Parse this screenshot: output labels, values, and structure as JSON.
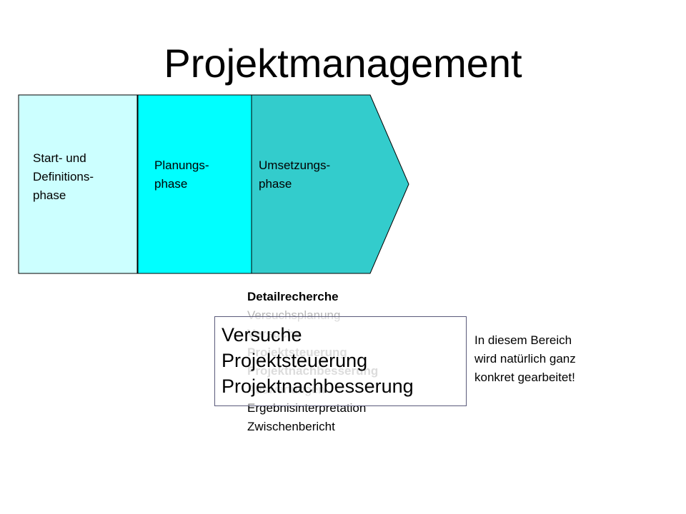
{
  "title": "Projektmanagement",
  "phases": [
    {
      "label": "Start- und\nDefinitions-\nphase",
      "color": "#ccffff"
    },
    {
      "label": "Planungs-\nphase",
      "color": "#00ffff"
    },
    {
      "label": "Umsetzungs-\nphase",
      "color": "#33cccc"
    }
  ],
  "tasks": {
    "item_1": "Detailrecherche",
    "item_2": "Versuchsplanung",
    "item_3": "Versuche",
    "item_4": "Projektsteuerung",
    "item_5": "Projektnachbesserung",
    "item_6": "Auswertungen",
    "item_7": "Ergebnisinterpretation",
    "item_8": "Zwischenbericht"
  },
  "highlight": {
    "line_1": "Versuche",
    "line_2": "Projektsteuerung",
    "line_3": "Projektnachbesserung"
  },
  "note": "In diesem Bereich\nwird natürlich ganz\nkonkret gearbeitet!"
}
